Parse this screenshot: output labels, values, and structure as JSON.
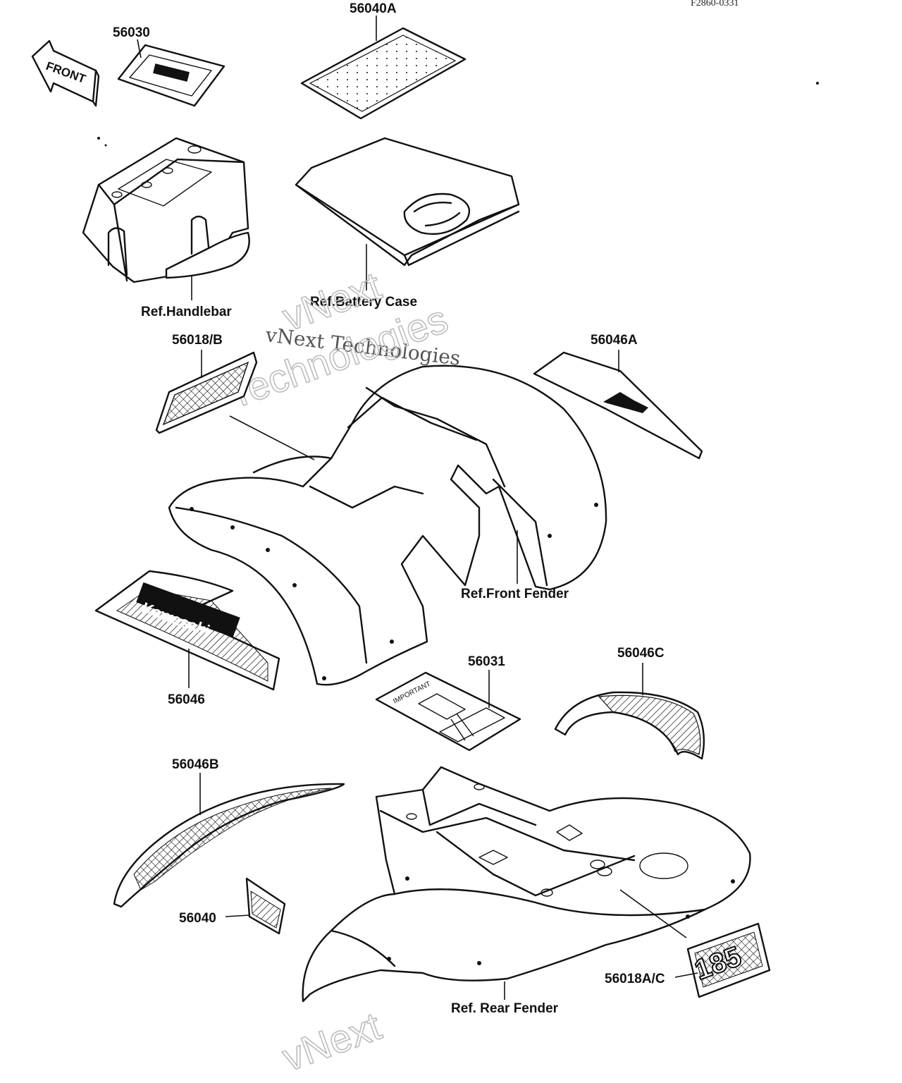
{
  "diagram": {
    "drawing_code": "F2860-0331",
    "watermark_line": "vNext Technologies",
    "watermark_big_1": "vNext",
    "watermark_big_2": "Technologies",
    "watermark_bottom": "vNext",
    "labels": {
      "front_arrow": "FRONT",
      "p56030": "56030",
      "p56040A": "56040A",
      "ref_handlebar": "Ref.Handlebar",
      "ref_battery_case": "Ref.Battery Case",
      "p56018B": "56018/B",
      "p56046A": "56046A",
      "ref_front_fender": "Ref.Front Fender",
      "p56046": "56046",
      "p56031": "56031",
      "p56046C": "56046C",
      "p56046B": "56046B",
      "p56040": "56040",
      "p56018AC": "56018A/C",
      "ref_rear_fender": "Ref. Rear Fender"
    },
    "decal_text": {
      "brand": "Kawasaki",
      "important": "IMPORTANT",
      "model_number": "185"
    }
  }
}
